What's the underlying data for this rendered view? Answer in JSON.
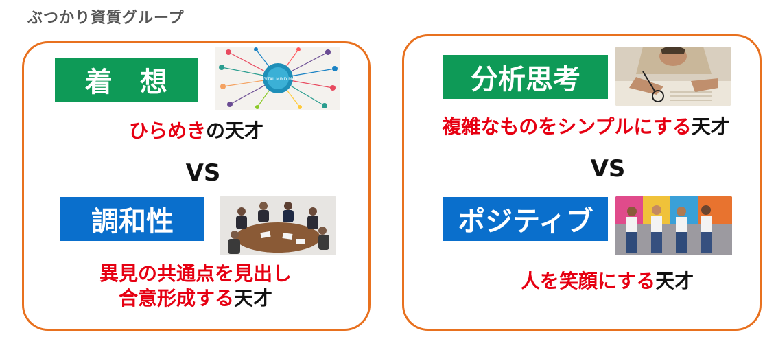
{
  "page_title": "ぶつかり資質グループ",
  "colors": {
    "border": "#E8711F",
    "green": "#0E9A57",
    "blue": "#0A6FCC",
    "red": "#E60012"
  },
  "left": {
    "top_label": "着　想",
    "top_desc_red": "ひらめき",
    "top_desc_rest": "の天才",
    "vs": "VS",
    "bottom_label": "調和性",
    "bottom_desc_line1": "異見の共通点を見出し",
    "bottom_desc_line2_red": "合意形成する",
    "bottom_desc_line2_rest": "天才",
    "mindmap_center": "DIGITAL MIND MAP"
  },
  "right": {
    "top_label": "分析思考",
    "top_desc_red": "複雑なものをシンプルにする",
    "top_desc_rest": "天才",
    "vs": "VS",
    "bottom_label": "ポジティブ",
    "bottom_desc_red": "人を笑顔にする",
    "bottom_desc_rest": "天才"
  }
}
